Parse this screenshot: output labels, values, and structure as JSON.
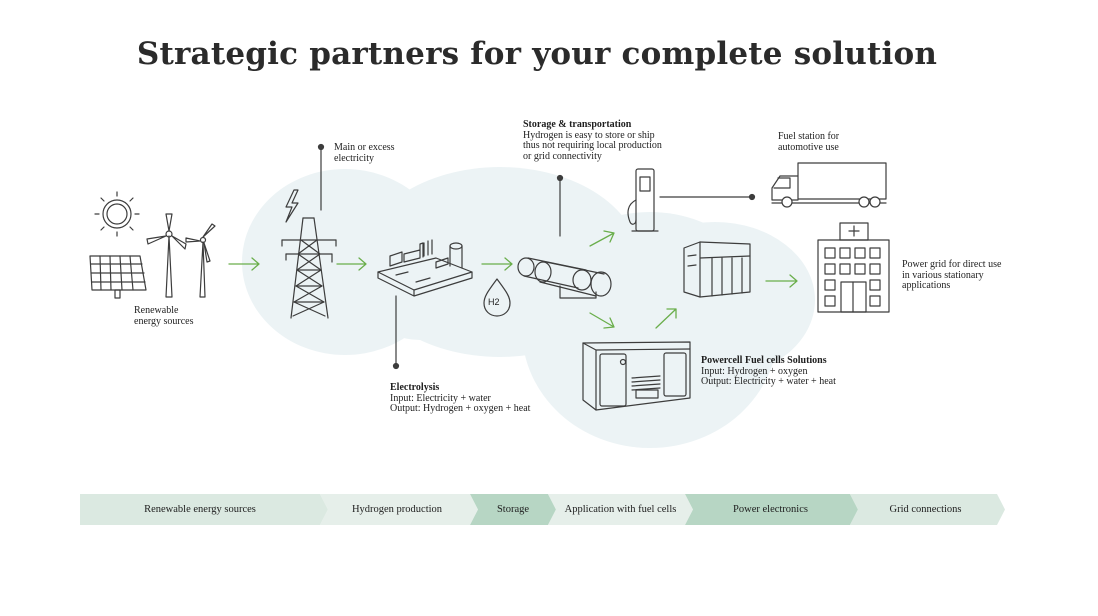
{
  "title": "Strategic partners for your complete solution",
  "labels": {
    "renewable": [
      "Renewable",
      "energy sources"
    ],
    "main_excess": [
      "Main or excess",
      "electricity"
    ],
    "storage_title": "Storage & transportation",
    "storage_lines": [
      "Hydrogen is easy to store or ship",
      "thus not requiring local production",
      "or grid connectivity"
    ],
    "fuel_station": [
      "Fuel station for",
      "automotive use"
    ],
    "power_grid": [
      "Power grid for direct use",
      "in various stationary",
      "applications"
    ],
    "electrolysis_title": "Electrolysis",
    "electrolysis_lines": [
      "Input: Electricity + water",
      "Output: Hydrogen + oxygen + heat"
    ],
    "powercell_title": "Powercell Fuel cells Solutions",
    "powercell_lines": [
      "Input: Hydrogen + oxygen",
      "Output: Electricity + water + heat"
    ],
    "h2": "H2"
  },
  "process_bar": [
    {
      "label": "Renewable energy sources",
      "color": "#dbe9e1"
    },
    {
      "label": "Hydrogen production",
      "color": "#e6efea"
    },
    {
      "label": "Storage",
      "color": "#b7d6c4"
    },
    {
      "label": "Application with fuel cells",
      "color": "#e6efea"
    },
    {
      "label": "Power electronics",
      "color": "#b7d6c4"
    },
    {
      "label": "Grid connections",
      "color": "#dbe9e1"
    }
  ],
  "colors": {
    "arrow_green": "#6aae4b",
    "blob": "#ecf3f5",
    "line": "#3d3d3d"
  }
}
